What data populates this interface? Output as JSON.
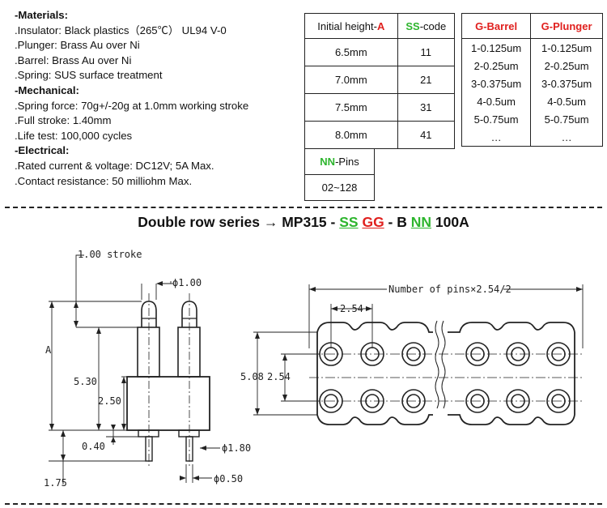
{
  "specs": {
    "materials_title": "-Materials:",
    "insulator": ".Insulator: Black plastics（265℃） UL94 V-0",
    "plunger": ".Plunger: Brass Au over Ni",
    "barrel": ".Barrel: Brass Au over Ni",
    "spring": ".Spring: SUS surface treatment",
    "mechanical_title": "-Mechanical:",
    "spring_force": ".Spring force: 70g+/-20g at 1.0mm working stroke",
    "full_stroke": ".Full stroke: 1.40mm",
    "life_test": ".Life test: 100,000 cycles",
    "electrical_title": "-Electrical:",
    "rated": ".Rated current & voltage: DC12V; 5A Max.",
    "contact": ".Contact resistance: 50 milliohm Max."
  },
  "height_table": {
    "col1_text": "Initial height-",
    "col1_accent": "A",
    "col2_accent": "SS",
    "col2_text": "-code",
    "rows": [
      {
        "height": "6.5mm",
        "code": "11"
      },
      {
        "height": "7.0mm",
        "code": "21"
      },
      {
        "height": "7.5mm",
        "code": "31"
      },
      {
        "height": "8.0mm",
        "code": "41"
      }
    ]
  },
  "pins_table": {
    "accent": "NN",
    "text": "-Pins",
    "value": "02~128"
  },
  "plating_table": {
    "col1": "G-Barrel",
    "col2": "G-Plunger",
    "barrel": [
      "1-0.125um",
      "2-0.25um",
      "3-0.375um",
      "4-0.5um",
      "5-0.75um",
      "…"
    ],
    "plunger": [
      "1-0.125um",
      "2-0.25um",
      "3-0.375um",
      "4-0.5um",
      "5-0.75um",
      "…"
    ]
  },
  "series": {
    "prefix": "Double row series → MP315 - ",
    "ss": "SS",
    "gg": "GG",
    "mid": " - B ",
    "nn": "NN",
    "suffix": " 100A"
  },
  "drawing": {
    "stroke": "1.00 stroke",
    "dia_tip": "ϕ1.00",
    "a": "A",
    "h530": "5.30",
    "h250": "2.50",
    "w040": "0.40",
    "dia_tail": "ϕ1.80",
    "h175": "1.75",
    "dia_pin": "ϕ0.50",
    "pitch_label": "Number of pins×2.54/2",
    "pitch": "2.54",
    "h508": "5.08",
    "h254": "2.54"
  },
  "colors": {
    "red": "#e0201e",
    "green": "#2db52d"
  }
}
